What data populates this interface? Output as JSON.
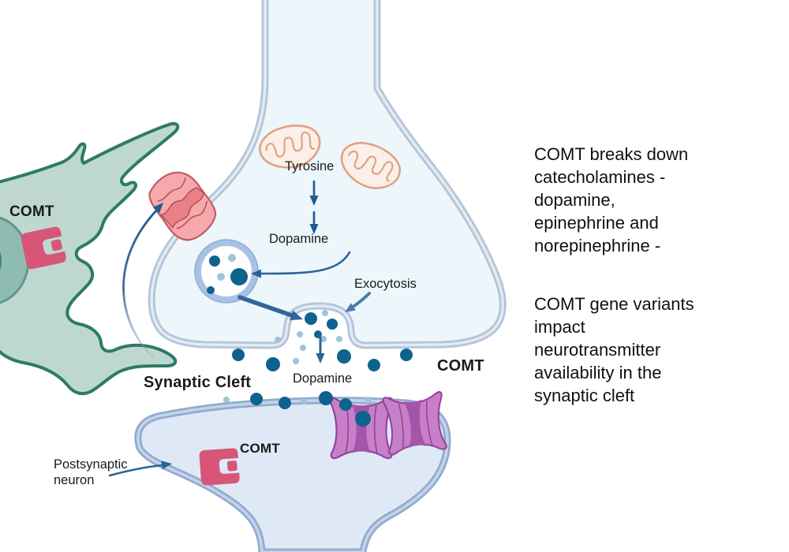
{
  "page": {
    "title": "COMT catecholamine breakdown at the synapse",
    "background": "#ffffff"
  },
  "labels": {
    "tyrosine": "Tyrosine",
    "dopamine_presynaptic": "Dopamine",
    "exocytosis": "Exocytosis",
    "dopamine_cleft": "Dopamine",
    "synaptic_cleft": "Synaptic Cleft",
    "comt_cleft": "COMT",
    "comt_glial": "COMT",
    "comt_postsynaptic": "COMT",
    "postsynaptic_neuron": "Postsynaptic\nneuron"
  },
  "side_text": {
    "paragraph1": "COMT breaks down\ncatecholamines -\ndopamine,\nepinephrine and\nnorepinephrine -",
    "paragraph2": "COMT gene variants\nimpact\nneurotransmitter\navailability in the\nsynaptic cleft"
  },
  "colors": {
    "presynaptic_fill": "#edf6fb",
    "presynaptic_membrane": "#b5c4d7",
    "postsynaptic_fill": "#dee9f5",
    "postsynaptic_membrane": "#92abce",
    "glial_fill": "#bed8d0",
    "glial_stroke": "#2e7a68",
    "comt_enzyme_pink": "#d75677",
    "dopamine_dark": "#0e628e",
    "dopamine_light": "#9ec4d8",
    "vesicle_ring": "#a9c2e2",
    "mitochondria": "#e2a185",
    "receptor_light": "#c77fc7",
    "receptor_dark": "#a554ab",
    "transporter_light": "#f6a9ab",
    "transporter_dark": "#eb8187",
    "arrow_blue": "#1d5b92",
    "text": "#1a1a1a"
  }
}
